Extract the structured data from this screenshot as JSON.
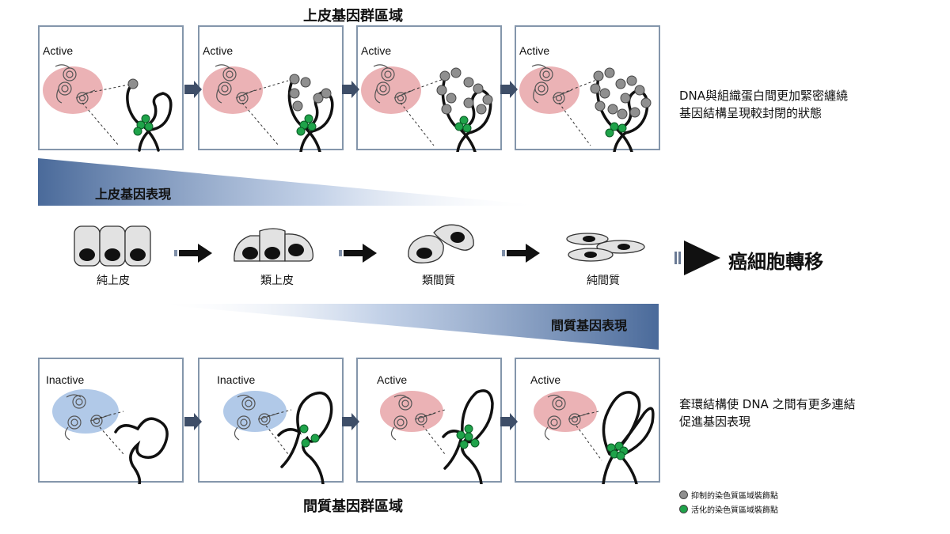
{
  "top_title": "上皮基因群區域",
  "bottom_title": "間質基因群區域",
  "top_panels": [
    "Active",
    "Active",
    "Active",
    "Active"
  ],
  "bottom_panels": [
    "Inactive",
    "Inactive",
    "Active",
    "Active"
  ],
  "top_side_text": [
    "DNA與組織蛋白間更加緊密纏繞",
    "基因結構呈現較封閉的狀態"
  ],
  "bottom_side_text": [
    "套環結構使 DNA 之間有更多連結",
    "促進基因表現"
  ],
  "epithelial_expression": "上皮基因表現",
  "mesenchymal_expression": "間質基因表現",
  "cell_stages": [
    "純上皮",
    "類上皮",
    "類間質",
    "純間質"
  ],
  "metastasis": "癌細胞轉移",
  "legend": {
    "repressive": "抑制的染色質區域裝飾點",
    "active": "活化的染色質區域裝飾點"
  },
  "colors": {
    "active_domain": "#e8a4a8",
    "inactive_domain": "#a9c3e6",
    "repressive_mark": "#8f8f8f",
    "active_mark": "#1fa34a",
    "panel_border": "#8496ab",
    "arrow": "#3e4e68"
  }
}
